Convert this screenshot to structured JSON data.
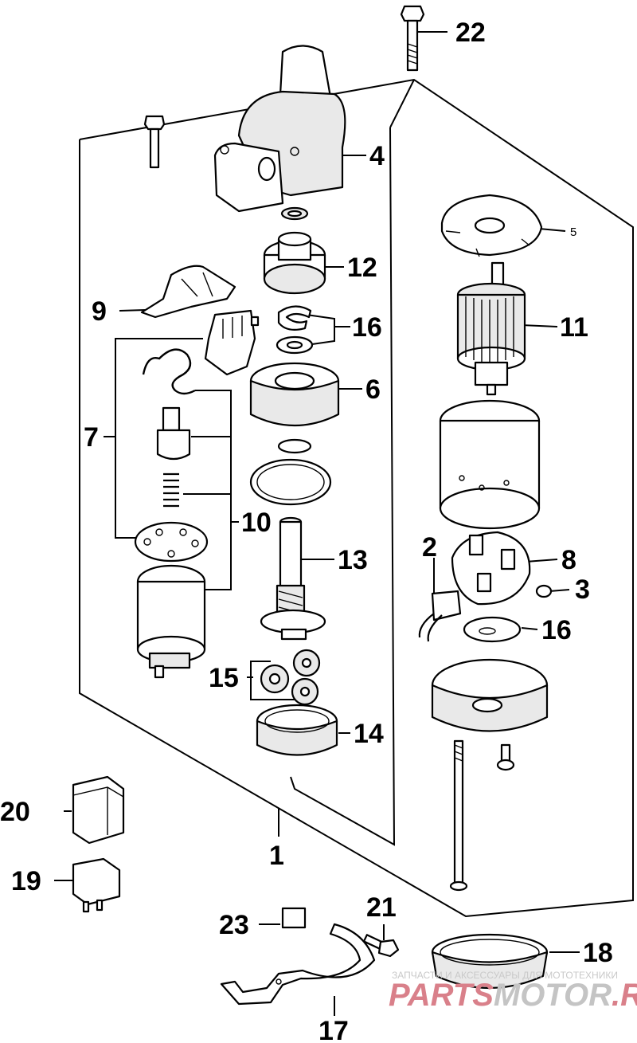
{
  "callouts": [
    {
      "id": "1",
      "label": "1"
    },
    {
      "id": "2",
      "label": "2"
    },
    {
      "id": "3",
      "label": "3"
    },
    {
      "id": "4",
      "label": "4"
    },
    {
      "id": "5",
      "label": "5"
    },
    {
      "id": "6",
      "label": "6"
    },
    {
      "id": "7",
      "label": "7"
    },
    {
      "id": "8",
      "label": "8"
    },
    {
      "id": "9",
      "label": "9"
    },
    {
      "id": "10",
      "label": "10"
    },
    {
      "id": "11",
      "label": "11"
    },
    {
      "id": "12",
      "label": "12"
    },
    {
      "id": "13",
      "label": "13"
    },
    {
      "id": "14",
      "label": "14"
    },
    {
      "id": "15",
      "label": "15"
    },
    {
      "id": "16a",
      "label": "16"
    },
    {
      "id": "16b",
      "label": "16"
    },
    {
      "id": "17",
      "label": "17"
    },
    {
      "id": "18",
      "label": "18"
    },
    {
      "id": "19",
      "label": "19"
    },
    {
      "id": "20",
      "label": "20"
    },
    {
      "id": "21",
      "label": "21"
    },
    {
      "id": "22",
      "label": "22"
    },
    {
      "id": "23",
      "label": "23"
    }
  ],
  "watermark": {
    "caption": "ЗАПЧАСТИ И АКСЕССУАРЫ ДЛЯ МОТОТЕХНИКИ",
    "brand_part1": "PARTS",
    "brand_part2": "MOTOR",
    "brand_part3": ".RU",
    "color_red": "#d9808a",
    "color_grey": "#c4c4c4"
  }
}
